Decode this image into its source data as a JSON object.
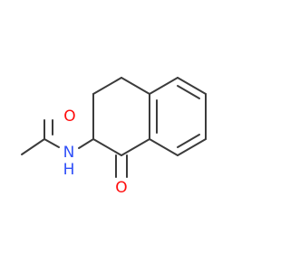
{
  "molecule": {
    "atoms": [
      {
        "id": "O1",
        "label": "O",
        "color": "#ff0d0d"
      },
      {
        "id": "N1",
        "label": "N",
        "color": "#3050f8"
      },
      {
        "id": "H1",
        "label": "H",
        "color": "#3050f8"
      },
      {
        "id": "O2",
        "label": "O",
        "color": "#ff0d0d"
      }
    ],
    "bond_color": "#3b3b3b"
  }
}
